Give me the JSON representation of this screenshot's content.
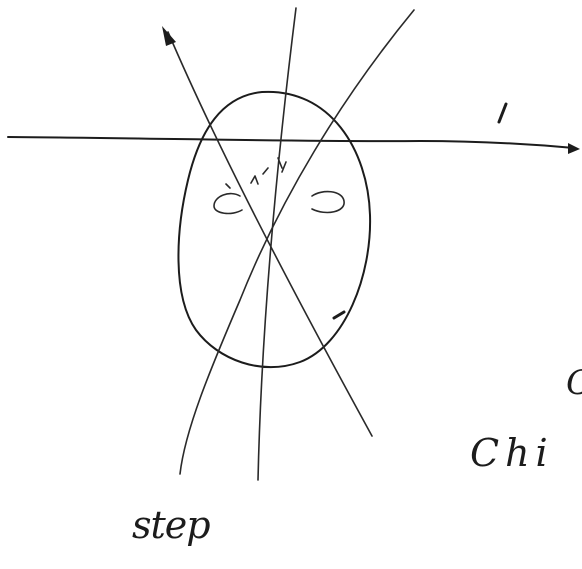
{
  "labels": {
    "bottom_word": "step",
    "right_word": "Chi",
    "right_fragment": "C"
  },
  "ink_color": "#1c1c1c",
  "background_color": "#ffffff"
}
